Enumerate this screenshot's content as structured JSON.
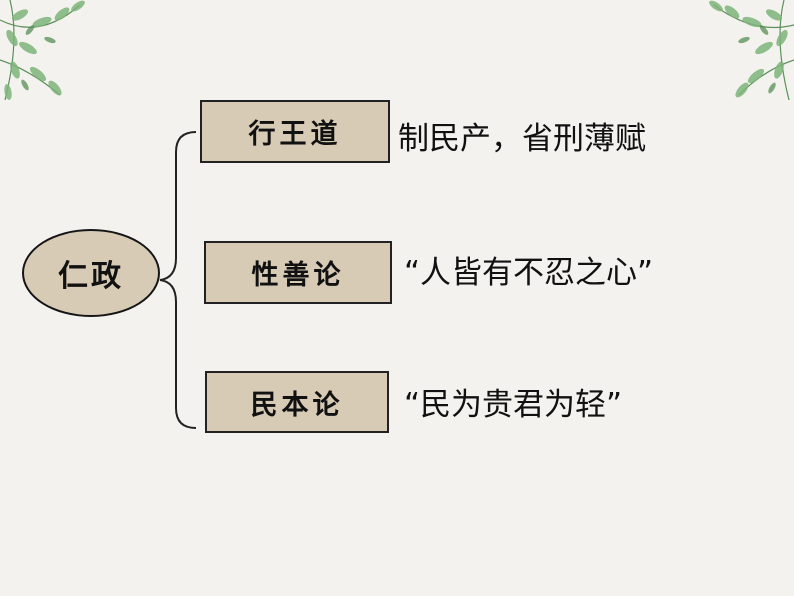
{
  "diagram": {
    "root": {
      "label": "仁政"
    },
    "branches": [
      {
        "label": "行王道",
        "description": "制民产，省刑薄赋"
      },
      {
        "label": "性善论",
        "description": "“人皆有不忍之心”"
      },
      {
        "label": "民本论",
        "description": "“民为贵君为轻”"
      }
    ]
  },
  "colors": {
    "background": "#f3f2ee",
    "box_fill": "#d8cbb6",
    "border": "#222222",
    "leaf_green": "#6fa86a"
  },
  "decorations": [
    "leaf-corner-left",
    "leaf-corner-right"
  ]
}
